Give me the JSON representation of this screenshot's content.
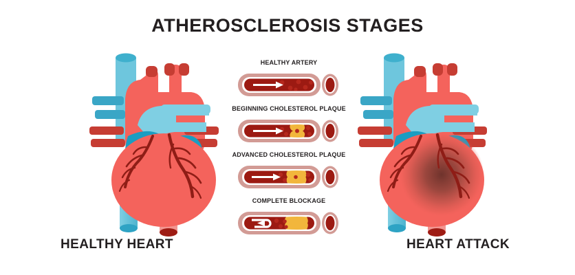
{
  "title": "ATHEROSCLEROSIS STAGES",
  "hearts": {
    "left": {
      "caption": "HEALTHY HEART",
      "state": "healthy"
    },
    "right": {
      "caption": "HEART ATTACK",
      "state": "infarcted"
    }
  },
  "stages": [
    {
      "label": "HEALTHY ARTERY",
      "arrow": "straight",
      "plaque": "none",
      "lumen_open": 100
    },
    {
      "label": "BEGINNING CHOLESTEROL PLAQUE",
      "arrow": "straight",
      "plaque": "small",
      "lumen_open": 55
    },
    {
      "label": "ADVANCED CHOLESTEROL PLAQUE",
      "arrow": "straight",
      "plaque": "large",
      "lumen_open": 25
    },
    {
      "label": "COMPLETE BLOCKAGE",
      "arrow": "u-turn",
      "plaque": "full",
      "lumen_open": 0
    }
  ],
  "colors": {
    "text": "#231f20",
    "background": "#ffffff",
    "heart_muscle": "#f4635c",
    "heart_muscle_dark": "#8f1d16",
    "vein_light_blue": "#6ec6dd",
    "vein_teal": "#1b9dc1",
    "artery_dark_red": "#c0392f",
    "artery_wall": "#d29b95",
    "artery_wall_edge": "#c58882",
    "artery_lumen": "#9c1a12",
    "plaque_yellow": "#f2b63c",
    "arrow_white": "#ffffff",
    "infarct_core": "#7a3b34"
  }
}
